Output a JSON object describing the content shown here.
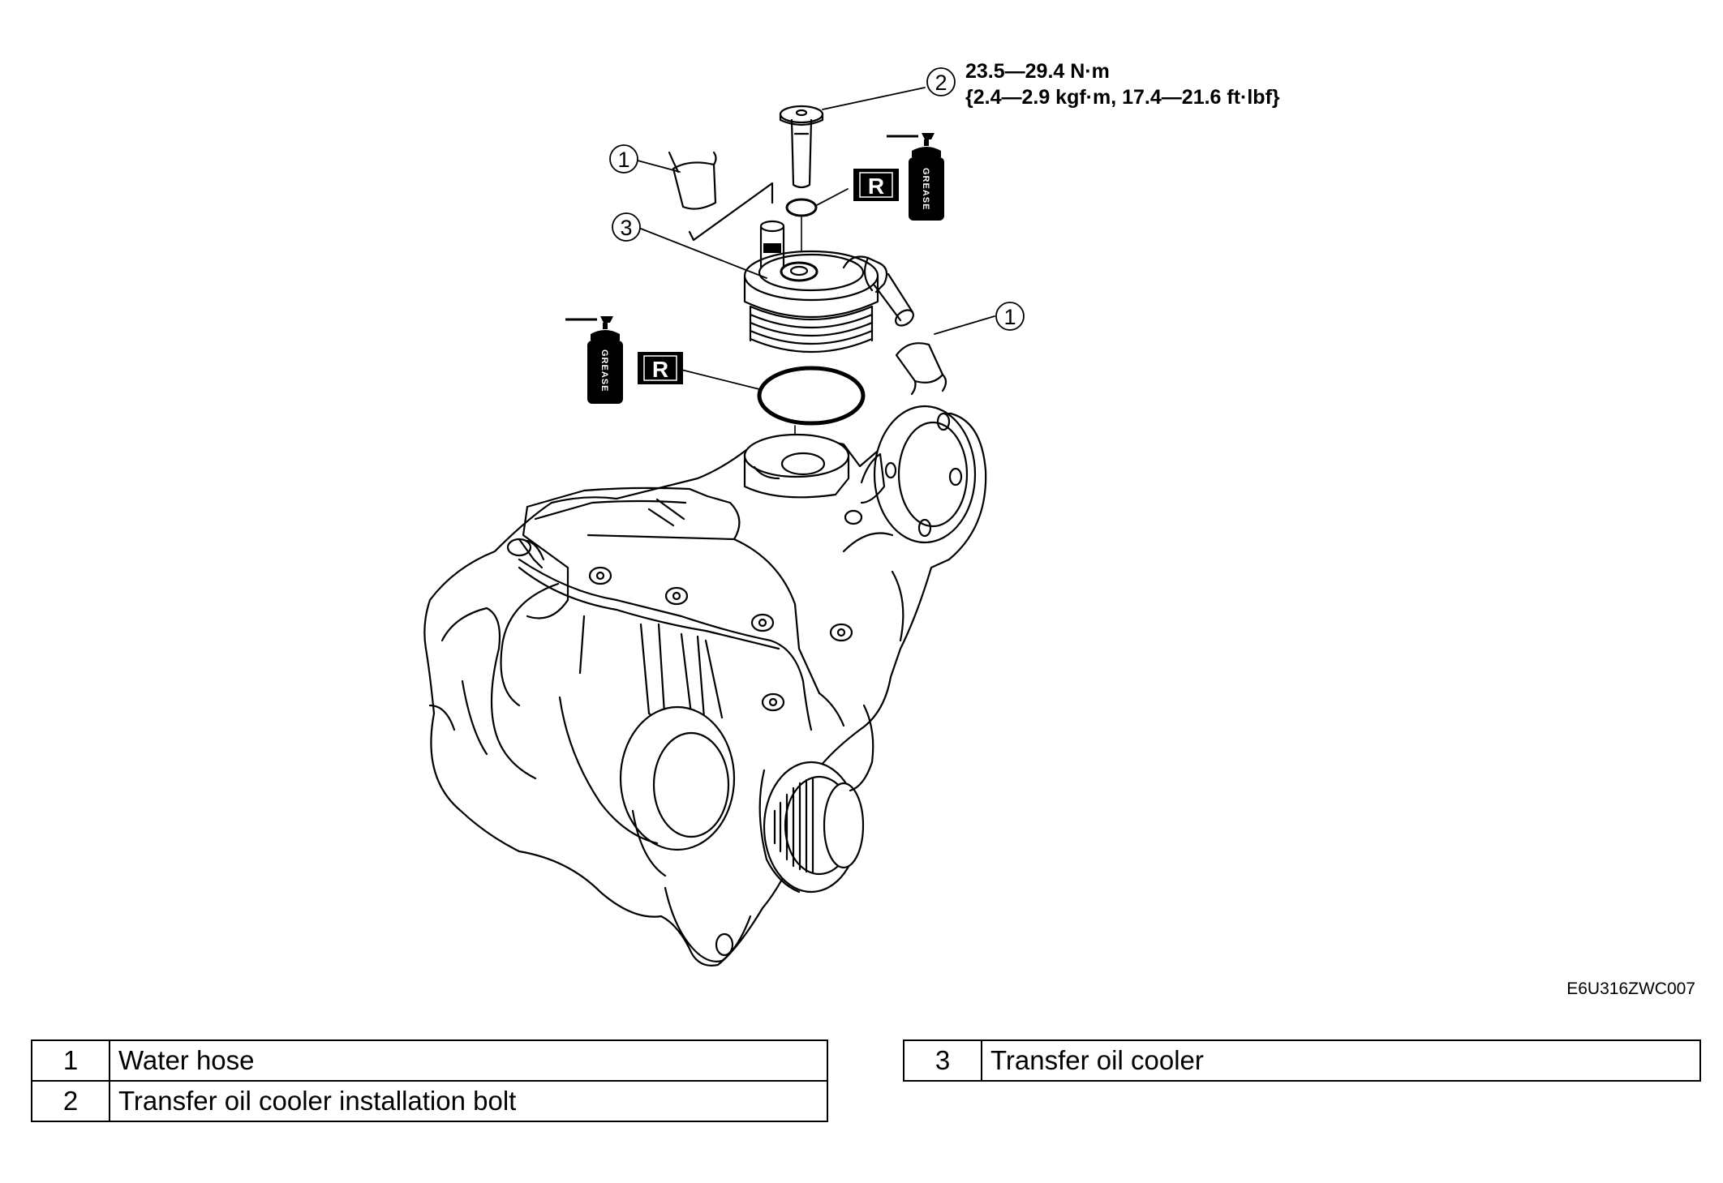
{
  "torque_spec": {
    "line1": "23.5—29.4 N·m",
    "line2": "{2.4—2.9 kgf·m, 17.4—21.6 ft·lbf}"
  },
  "callouts": {
    "c1_upper": "1",
    "c1_right": "1",
    "c2": "2",
    "c3": "3"
  },
  "markers": {
    "replace_upper": "R",
    "replace_lower": "R",
    "grease_upper": "GREASE",
    "grease_lower": "GREASE"
  },
  "figure_code": "E6U316ZWC007",
  "legend": {
    "left": [
      {
        "num": "1",
        "label": "Water hose"
      },
      {
        "num": "2",
        "label": "Transfer oil cooler installation bolt"
      }
    ],
    "right": [
      {
        "num": "3",
        "label": "Transfer oil cooler"
      }
    ]
  }
}
